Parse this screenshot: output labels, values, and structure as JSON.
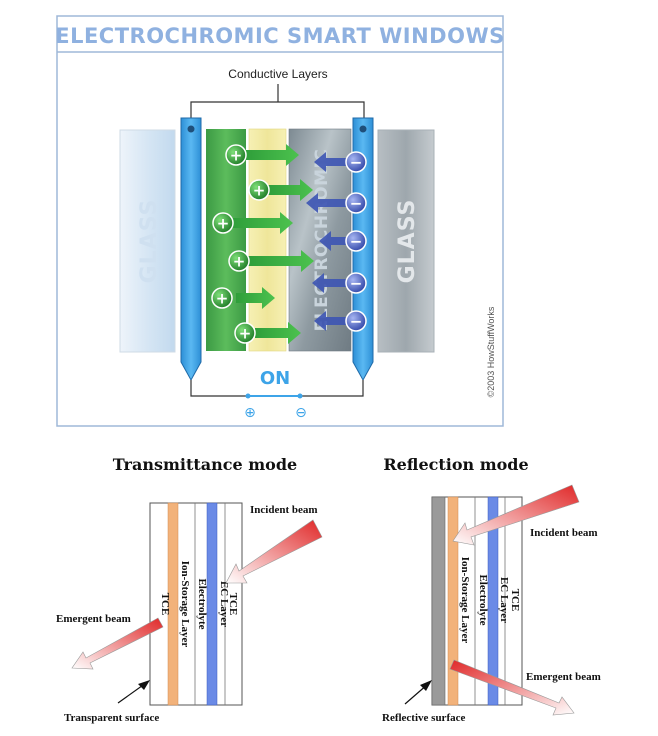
{
  "top": {
    "banner": "ELECTROCHROMIC SMART WINDOWS",
    "conductive_layers": "Conductive Layers",
    "glass_left": "GLASS",
    "glass_right": "GLASS",
    "electrochromic": "ELECTROCHROMIC",
    "on_label": "ON",
    "terminal_plus": "⊕",
    "terminal_minus": "⊖",
    "copyright": "©2003 HowStuffWorks",
    "plus_sign": "+",
    "minus_sign": "−"
  },
  "transmittance": {
    "title": "Transmittance mode",
    "incident": "Incident beam",
    "emergent": "Emergent beam",
    "surface": "Transparent surface",
    "layers": [
      "TCE",
      "Ion-Storage Layer",
      "Electrolyte",
      "EC Layer",
      "TCE"
    ]
  },
  "reflection": {
    "title": "Reflection mode",
    "incident": "Incident beam",
    "emergent": "Emergent beam",
    "surface": "Reflective surface",
    "layers": [
      "Ion-Storage Layer",
      "Electrolyte",
      "EC Layer",
      "TCE"
    ]
  },
  "colors": {
    "electrode_blue": "#3da4e8",
    "ion_green": "#3aa84a",
    "electrolyte_yellow": "#f2eba0",
    "ec_gray": "#9aa6ac",
    "ion_orange": "#f0a868",
    "ec_blue": "#5a7ee0",
    "beam_red": "#e43a3a"
  }
}
